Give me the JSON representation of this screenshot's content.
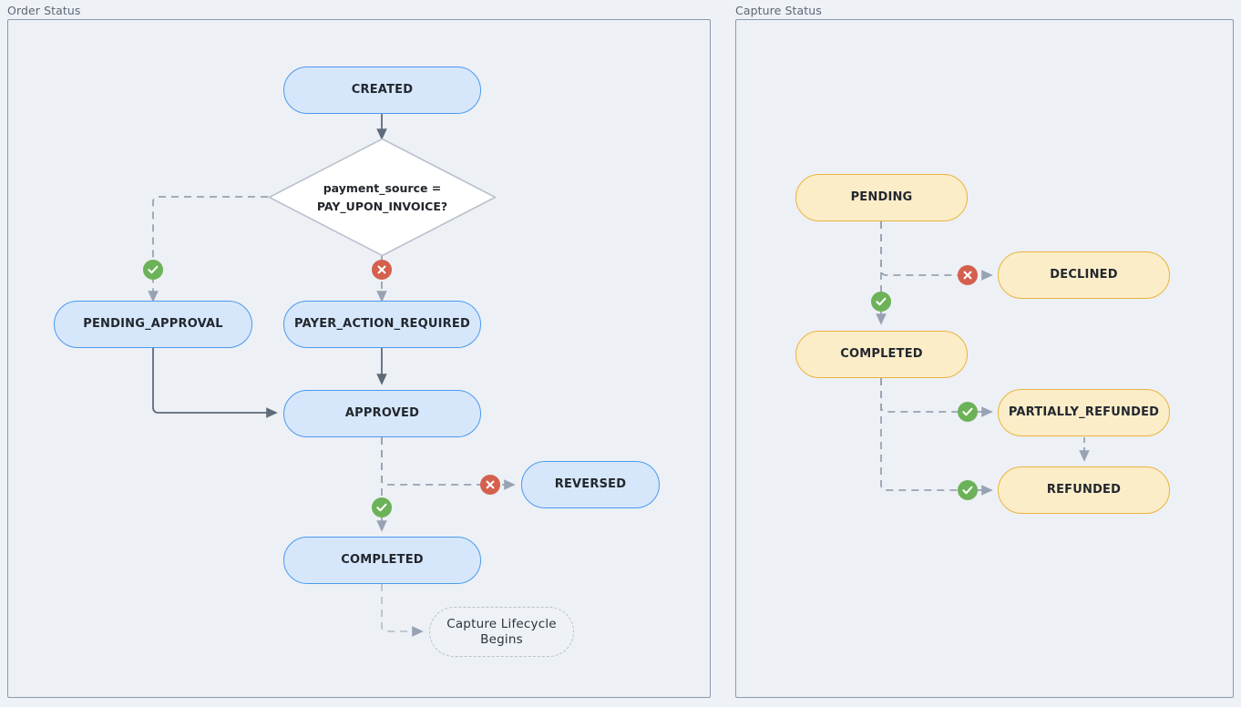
{
  "diagram": {
    "type": "flowchart",
    "title": "",
    "panels": [
      {
        "id": "order-status",
        "label": "Order Status",
        "accent": "#4a9aee",
        "node_fill": "#d7e7fb"
      },
      {
        "id": "capture-status",
        "label": "Capture Status",
        "accent": "#e8b53c",
        "node_fill": "#fcedc9"
      }
    ],
    "nodes": [
      {
        "id": "created",
        "label": "CREATED",
        "panel": "order-status",
        "shape": "stadium"
      },
      {
        "id": "decision",
        "label_line1": "payment_source =",
        "label_line2": "PAY_UPON_INVOICE?",
        "panel": "order-status",
        "shape": "diamond"
      },
      {
        "id": "pending_approval",
        "label": "PENDING_APPROVAL",
        "panel": "order-status",
        "shape": "stadium"
      },
      {
        "id": "payer_action_required",
        "label": "PAYER_ACTION_REQUIRED",
        "panel": "order-status",
        "shape": "stadium"
      },
      {
        "id": "approved",
        "label": "APPROVED",
        "panel": "order-status",
        "shape": "stadium"
      },
      {
        "id": "reversed",
        "label": "REVERSED",
        "panel": "order-status",
        "shape": "stadium"
      },
      {
        "id": "order_completed",
        "label": "COMPLETED",
        "panel": "order-status",
        "shape": "stadium"
      },
      {
        "id": "capture_lifecycle",
        "label_line1": "Capture Lifecycle",
        "label_line2": "Begins",
        "panel": "order-status",
        "shape": "stadium-dashed"
      },
      {
        "id": "pending",
        "label": "PENDING",
        "panel": "capture-status",
        "shape": "stadium"
      },
      {
        "id": "declined",
        "label": "DECLINED",
        "panel": "capture-status",
        "shape": "stadium"
      },
      {
        "id": "capture_completed",
        "label": "COMPLETED",
        "panel": "capture-status",
        "shape": "stadium"
      },
      {
        "id": "partially_refunded",
        "label": "PARTIALLY_REFUNDED",
        "panel": "capture-status",
        "shape": "stadium"
      },
      {
        "id": "refunded",
        "label": "REFUNDED",
        "panel": "capture-status",
        "shape": "stadium"
      }
    ],
    "edges": [
      {
        "from": "created",
        "to": "decision",
        "style": "solid",
        "badge": "none"
      },
      {
        "from": "decision",
        "to": "pending_approval",
        "style": "dashed",
        "badge": "check"
      },
      {
        "from": "decision",
        "to": "payer_action_required",
        "style": "dashed",
        "badge": "cross"
      },
      {
        "from": "pending_approval",
        "to": "approved",
        "style": "solid",
        "badge": "none"
      },
      {
        "from": "payer_action_required",
        "to": "approved",
        "style": "solid",
        "badge": "none"
      },
      {
        "from": "approved",
        "to": "reversed",
        "style": "dashed",
        "badge": "cross"
      },
      {
        "from": "approved",
        "to": "order_completed",
        "style": "dashed",
        "badge": "check"
      },
      {
        "from": "order_completed",
        "to": "capture_lifecycle",
        "style": "dashed",
        "badge": "none"
      },
      {
        "from": "pending",
        "to": "declined",
        "style": "dashed",
        "badge": "cross"
      },
      {
        "from": "pending",
        "to": "capture_completed",
        "style": "dashed",
        "badge": "check"
      },
      {
        "from": "capture_completed",
        "to": "partially_refunded",
        "style": "dashed",
        "badge": "check"
      },
      {
        "from": "capture_completed",
        "to": "refunded",
        "style": "dashed",
        "badge": "check"
      },
      {
        "from": "partially_refunded",
        "to": "refunded",
        "style": "dashed",
        "badge": "none"
      }
    ],
    "badge_icons": {
      "check": "check-circle-icon",
      "cross": "x-circle-icon"
    },
    "colors": {
      "canvas_background": "#eef1f6",
      "panel_background": "#edf0f5",
      "panel_border": "#8b99ac",
      "blue_node_fill": "#d7e7fb",
      "blue_node_border": "#4a9aee",
      "yellow_node_fill": "#fcedc9",
      "yellow_node_border": "#e8b53c",
      "edge_solid": "#5d6b7a",
      "edge_dashed": "#97a3b2",
      "badge_success": "#6cb258",
      "badge_failure": "#d4604d",
      "label_text": "#5c6775",
      "node_text": "#22272e"
    }
  }
}
